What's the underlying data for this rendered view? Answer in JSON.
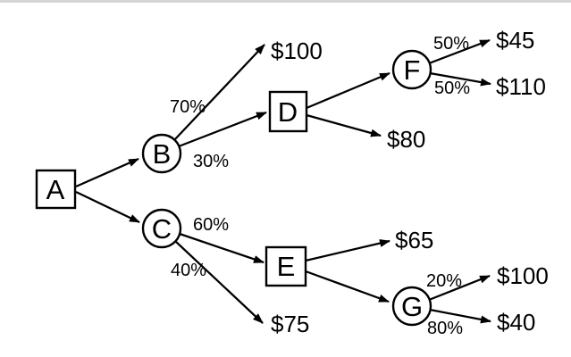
{
  "page": {
    "background_color": "#ffffff",
    "top_border_color": "#d5d5d5",
    "line_color": "#000000"
  },
  "tree": {
    "nodes": {
      "a": "A",
      "b": "B",
      "c": "C",
      "d": "D",
      "e": "E",
      "f": "F",
      "g": "G"
    },
    "probabilities": {
      "b_to_100": "70%",
      "b_to_d": "30%",
      "c_to_e": "60%",
      "c_to_75": "40%",
      "f_to_45": "50%",
      "f_to_110": "50%",
      "g_to_100": "20%",
      "g_to_40": "80%"
    },
    "payoffs": {
      "b_top": "$100",
      "f_top": "$45",
      "f_bottom": "$110",
      "d_bottom": "$80",
      "e_top": "$65",
      "c_bottom": "$75",
      "g_top": "$100",
      "g_bottom": "$40"
    }
  }
}
